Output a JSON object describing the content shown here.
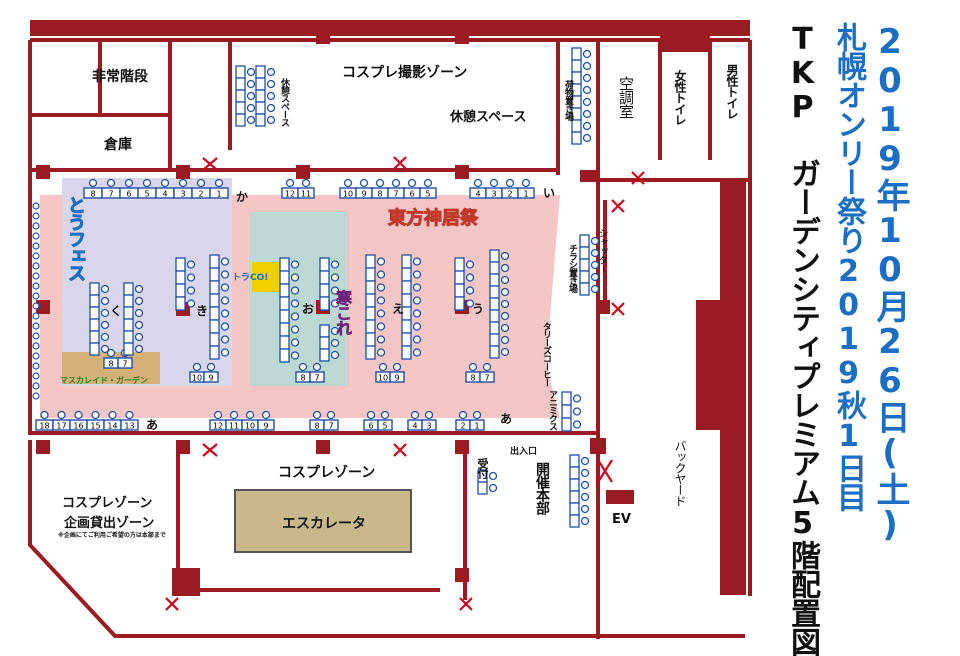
{
  "title": {
    "line1": "2019年10月26日(土)",
    "line2": "札幌オンリー祭り2019秋1日目",
    "line3": "TKP ガーデンシティプレミアム5階配置図"
  },
  "colors": {
    "wall": "#9b1b23",
    "table": "#1f4fa3",
    "touhou_zone": "#f6c6c6",
    "toufes_zone": "#d9d6ec",
    "kancolle_zone": "#bcd8d3",
    "masquerade_zone": "#d5b078",
    "escalator": "#c8b88a",
    "toradeco": "#f2d000",
    "closed_mark": "#d0021b",
    "headline_blue": "#1a6fc4"
  },
  "rooms": {
    "emergency_stairs": "非常階段",
    "storage": "倉庫",
    "cosplay_photo_zone": "コスプレ撮影ゾーン",
    "rest_space_top": "休憩スペース",
    "rest_space_small": "休憩スペース",
    "luggage": "荷物置き場",
    "ac_room": "空調室",
    "womens_restroom": "女性トイレ",
    "mens_restroom": "男性トイレ",
    "shutter": "シャッター",
    "flyer": "チラシ置き場",
    "tullys": "タリーズコーヒー",
    "backyard": "バックヤード",
    "entrance": "出入口",
    "reception": "受付",
    "hq": "開催本部",
    "ev": "EV",
    "cosplay_zone_bottom": "コスプレゾーン",
    "escalator": "エスカレータ",
    "cosplay_zone_left": "コスプレゾーン",
    "planning_zone": "企画貸出ゾーン",
    "planning_note": "※企画にてご利用ご希望の方は本部まで"
  },
  "events": {
    "toufes": "とうフェス",
    "touhou": "東方神居祭",
    "toradeco": "トラCO!",
    "kancolle": "寒これ",
    "masquerade": "マスカレイド・ガーデン",
    "animix": "アニミクス"
  },
  "blocks": {
    "ka": "か",
    "i": "い",
    "ku": "く",
    "ki": "き",
    "o": "お",
    "e": "え",
    "u": "う",
    "a_left": "あ",
    "a_right": "あ"
  },
  "table_numbers": {
    "ka_row": [
      "8",
      "7",
      "6",
      "5",
      "4",
      "3",
      "2",
      "1"
    ],
    "i_left_row": [
      "12",
      "11"
    ],
    "i_mid_row": [
      "10",
      "9",
      "8",
      "7",
      "6",
      "5"
    ],
    "i_right_row": [
      "4",
      "3",
      "2",
      "1"
    ],
    "a_left_row": [
      "18",
      "17",
      "16",
      "15",
      "14",
      "13"
    ],
    "a_mid_row": [
      "12",
      "11",
      "10",
      "9"
    ],
    "a_87": [
      "8",
      "7"
    ],
    "a_65": [
      "6",
      "5"
    ],
    "a_43": [
      "4",
      "3"
    ],
    "a_21": [
      "2",
      "1"
    ],
    "mask_row": [
      "8",
      "7"
    ],
    "ki_bottom": [
      "10",
      "9"
    ],
    "o_bottom": [
      "8",
      "7"
    ],
    "e_bottom": [
      "10",
      "9"
    ],
    "u_bottom": [
      "8",
      "7"
    ]
  }
}
